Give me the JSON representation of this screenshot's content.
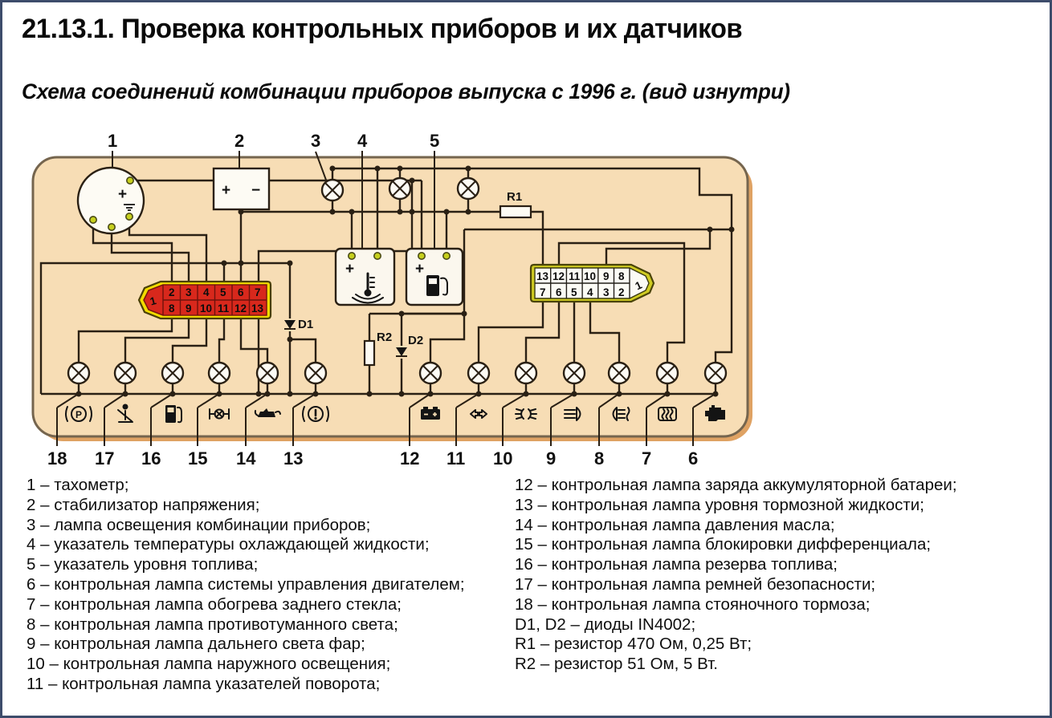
{
  "header": {
    "section_title": "21.13.1. Проверка контрольных приборов и их датчиков",
    "subtitle": "Схема соединений комбинации приборов выпуска с 1996 г. (вид изнутри)"
  },
  "diagram": {
    "top_callouts": [
      "1",
      "2",
      "3",
      "4",
      "5"
    ],
    "bottom_callouts": [
      "18",
      "17",
      "16",
      "15",
      "14",
      "13",
      "12",
      "11",
      "10",
      "9",
      "8",
      "7",
      "6"
    ],
    "red_connector": {
      "tip": "1",
      "row_top": [
        "2",
        "3",
        "4",
        "5",
        "6",
        "7"
      ],
      "row_bottom": [
        "8",
        "9",
        "10",
        "11",
        "12",
        "13"
      ]
    },
    "white_connector": {
      "tip": "1",
      "row_top": [
        "13",
        "12",
        "11",
        "10",
        "9",
        "8"
      ],
      "row_bottom": [
        "7",
        "6",
        "5",
        "4",
        "3",
        "2"
      ]
    },
    "labels": {
      "r1": "R1",
      "r2": "R2",
      "d1": "D1",
      "d2": "D2"
    },
    "symbols": {
      "plus": "+",
      "minus": "−",
      "lamp_p": "P",
      "excl": "!"
    },
    "icons": {
      "gauges": [
        "coolant-temp",
        "fuel-gauge"
      ],
      "bottom_row": [
        "parking-brake",
        "seatbelt",
        "fuel-pump",
        "diff-lock",
        "oil-pressure",
        "brake-warning",
        "battery",
        "turn-signal",
        "side-lights",
        "high-beam",
        "fog-light",
        "rear-defrost",
        "engine-check"
      ]
    },
    "colors": {
      "panel_fill": "#f7ddb5",
      "panel_border": "#75654e",
      "panel_shadow": "#dfa263",
      "wire": "#2a2014",
      "connector_red": "#d8281c",
      "connector_yellow": "#f2dc00",
      "pin": "#c6cf1d"
    }
  },
  "legend": {
    "left": [
      "1 – тахометр;",
      "2 – стабилизатор напряжения;",
      "3 – лампа освещения комбинации приборов;",
      "4 – указатель температуры охлаждающей жидкости;",
      "5 – указатель уровня топлива;",
      "6 – контрольная лампа системы управления двигателем;",
      "7 – контрольная лампа обогрева заднего стекла;",
      "8 – контрольная лампа противотуманного света;",
      "9 – контрольная лампа дальнего света фар;",
      "10 – контрольная лампа наружного освещения;",
      "11 – контрольная лампа указателей поворота;"
    ],
    "right": [
      "12 – контрольная лампа заряда аккумуляторной батареи;",
      "13 – контрольная лампа уровня тормозной жидкости;",
      "14 – контрольная лампа давления масла;",
      "15 – контрольная лампа блокировки дифференциала;",
      "16 – контрольная лампа резерва топлива;",
      "17 – контрольная лампа ремней безопасности;",
      "18 – контрольная лампа стояночного тормоза;",
      "D1, D2 – диоды IN4002;",
      "R1 – резистор 470 Ом, 0,25 Вт;",
      "R2 – резистор 51 Ом, 5 Вт."
    ]
  }
}
